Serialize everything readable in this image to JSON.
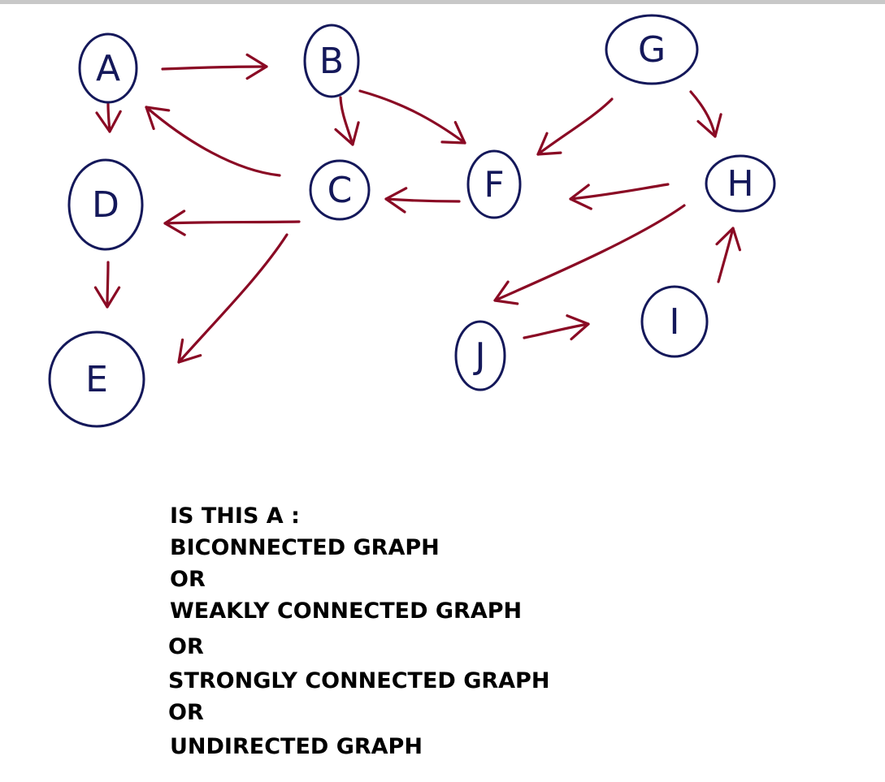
{
  "colors": {
    "node": "#14185a",
    "edge": "#8a0a24",
    "text": "#000000"
  },
  "graph": {
    "nodes": [
      {
        "id": "A",
        "label": "A"
      },
      {
        "id": "B",
        "label": "B"
      },
      {
        "id": "C",
        "label": "C"
      },
      {
        "id": "D",
        "label": "D"
      },
      {
        "id": "E",
        "label": "E"
      },
      {
        "id": "F",
        "label": "F"
      },
      {
        "id": "G",
        "label": "G"
      },
      {
        "id": "H",
        "label": "H"
      },
      {
        "id": "I",
        "label": "I"
      },
      {
        "id": "J",
        "label": "J"
      }
    ],
    "edges": [
      {
        "from": "A",
        "to": "B"
      },
      {
        "from": "A",
        "to": "D"
      },
      {
        "from": "B",
        "to": "C"
      },
      {
        "from": "B",
        "to": "F"
      },
      {
        "from": "C",
        "to": "A"
      },
      {
        "from": "C",
        "to": "D"
      },
      {
        "from": "C",
        "to": "E"
      },
      {
        "from": "D",
        "to": "E"
      },
      {
        "from": "F",
        "to": "C"
      },
      {
        "from": "G",
        "to": "F"
      },
      {
        "from": "G",
        "to": "H"
      },
      {
        "from": "H",
        "to": "F"
      },
      {
        "from": "H",
        "to": "J"
      },
      {
        "from": "J",
        "to": "I"
      },
      {
        "from": "I",
        "to": "H"
      }
    ]
  },
  "question": {
    "lines": [
      "IS THIS A :",
      "BICONNECTED GRAPH",
      "OR",
      "WEAKLY CONNECTED GRAPH",
      "OR",
      "STRONGLY CONNECTED GRAPH",
      "OR",
      "UNDIRECTED GRAPH"
    ]
  }
}
